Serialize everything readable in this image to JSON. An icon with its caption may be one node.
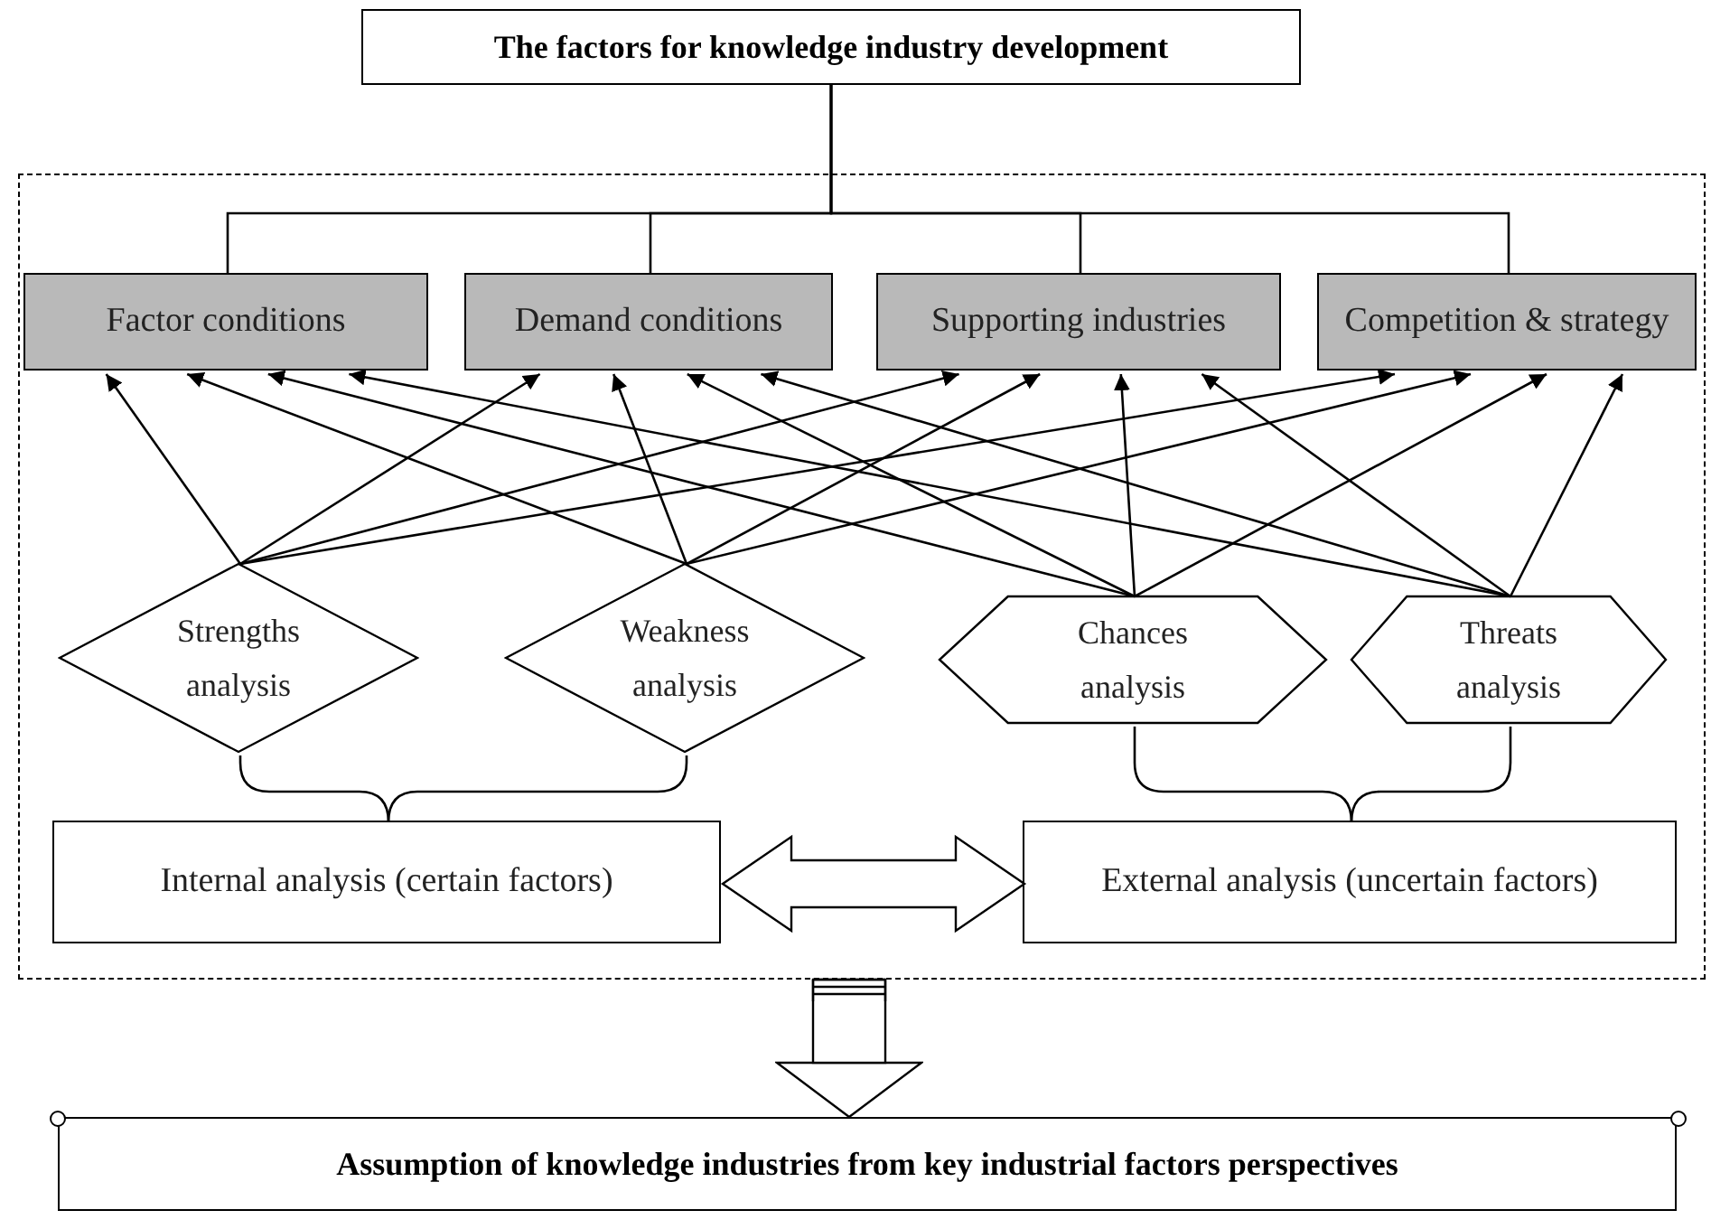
{
  "diagram": {
    "nodes": [
      {
        "text": [
          "The factors for knowledge industry development"
        ]
      },
      {
        "text": [],
        "shape": "box"
      },
      {
        "text": [
          "Factor conditions"
        ],
        "in": 1
      },
      {
        "text": [
          "Demand conditions"
        ],
        "in": 1
      },
      {
        "text": [
          "Supporting industries"
        ],
        "in": 1
      },
      {
        "text": [
          "Competition & strategy"
        ],
        "in": 1
      },
      {
        "text": [
          "Strengths analysis"
        ],
        "in": 1
      },
      {
        "text": [
          "Weakness analysis"
        ],
        "in": 1
      },
      {
        "text": [
          "Chances analysis"
        ],
        "in": 1
      },
      {
        "text": [
          "Threats analysis"
        ],
        "in": 1
      },
      {
        "text": [
          "Internal analysis (certain factors)"
        ],
        "in": 1
      },
      {
        "text": [
          "External analysis (uncertain factors)"
        ],
        "in": 1
      },
      {
        "text": [
          "Assumption of knowledge industries from key industrial factors perspectives"
        ]
      }
    ],
    "edges": [
      {
        "from": 0,
        "to": 2,
        "arrow": "none"
      },
      {
        "from": 0,
        "to": 3,
        "arrow": "none"
      },
      {
        "from": 0,
        "to": 4,
        "arrow": "none"
      },
      {
        "from": 0,
        "to": 5,
        "arrow": "none"
      },
      {
        "from": 6,
        "to": 2,
        "arrow": "to"
      },
      {
        "from": 6,
        "to": 3,
        "arrow": "to"
      },
      {
        "from": 6,
        "to": 4,
        "arrow": "to"
      },
      {
        "from": 6,
        "to": 5,
        "arrow": "to"
      },
      {
        "from": 7,
        "to": 2,
        "arrow": "to"
      },
      {
        "from": 7,
        "to": 3,
        "arrow": "to"
      },
      {
        "from": 7,
        "to": 4,
        "arrow": "to"
      },
      {
        "from": 7,
        "to": 5,
        "arrow": "to"
      },
      {
        "from": 8,
        "to": 2,
        "arrow": "to"
      },
      {
        "from": 8,
        "to": 3,
        "arrow": "to"
      },
      {
        "from": 8,
        "to": 4,
        "arrow": "to"
      },
      {
        "from": 8,
        "to": 5,
        "arrow": "to"
      },
      {
        "from": 9,
        "to": 2,
        "arrow": "to"
      },
      {
        "from": 9,
        "to": 3,
        "arrow": "to"
      },
      {
        "from": 9,
        "to": 4,
        "arrow": "to"
      },
      {
        "from": 9,
        "to": 5,
        "arrow": "to"
      },
      {
        "from": 6,
        "to": 10,
        "arrow": "none"
      },
      {
        "from": 7,
        "to": 10,
        "arrow": "none"
      },
      {
        "from": 8,
        "to": 11,
        "arrow": "none"
      },
      {
        "from": 9,
        "to": 11,
        "arrow": "none"
      },
      {
        "from": 10,
        "to": 11,
        "arrow": "both"
      },
      {
        "from": 1,
        "to": 12,
        "arrow": "to"
      }
    ]
  }
}
